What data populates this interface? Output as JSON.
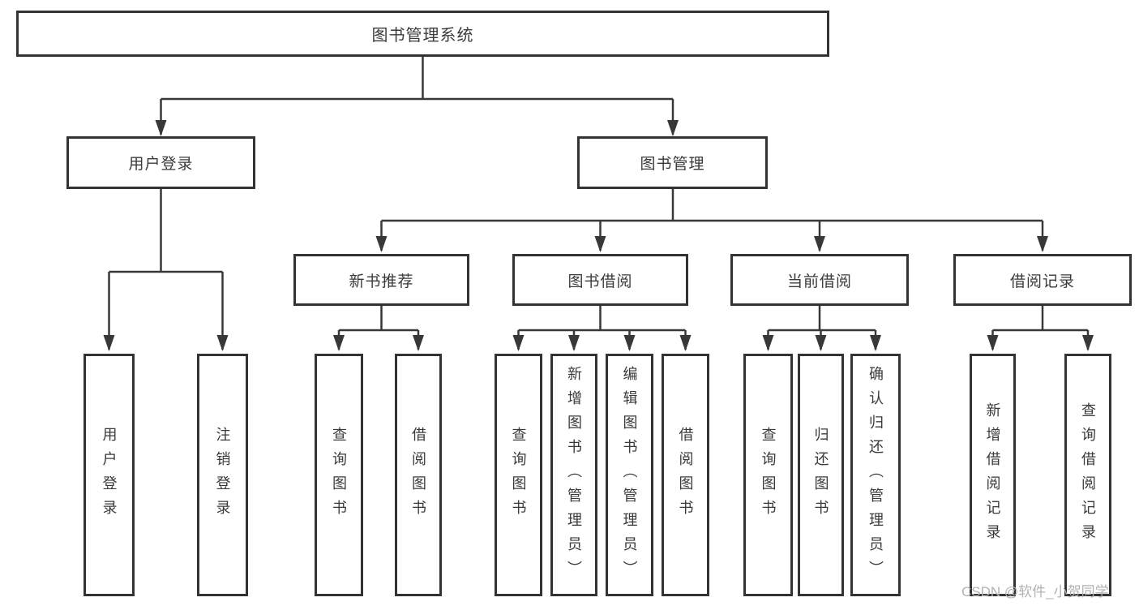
{
  "tree": {
    "root": "图书管理系统",
    "level2": [
      {
        "label": "用户登录",
        "children": [
          {
            "label": "用户登录"
          },
          {
            "label": "注销登录"
          }
        ]
      },
      {
        "label": "图书管理",
        "children": [
          {
            "label": "新书推荐",
            "children": [
              {
                "label": "查询图书"
              },
              {
                "label": "借阅图书"
              }
            ]
          },
          {
            "label": "图书借阅",
            "children": [
              {
                "label": "查询图书"
              },
              {
                "label": "新增图书（管理员）"
              },
              {
                "label": "编辑图书（管理员）"
              },
              {
                "label": "借阅图书"
              }
            ]
          },
          {
            "label": "当前借阅",
            "children": [
              {
                "label": "查询图书"
              },
              {
                "label": "归还图书"
              },
              {
                "label": "确认归还（管理员）"
              }
            ]
          },
          {
            "label": "借阅记录",
            "children": [
              {
                "label": "新增借阅记录"
              },
              {
                "label": "查询借阅记录"
              }
            ]
          }
        ]
      }
    ]
  },
  "watermark": "CSDN @软件_小贺同学",
  "colors": {
    "line": "#383838",
    "box_border": "#333333",
    "box_background": "#ffffff",
    "text": "#3a3a3a",
    "watermark": "#b2b2b2",
    "background": "#ffffff"
  }
}
